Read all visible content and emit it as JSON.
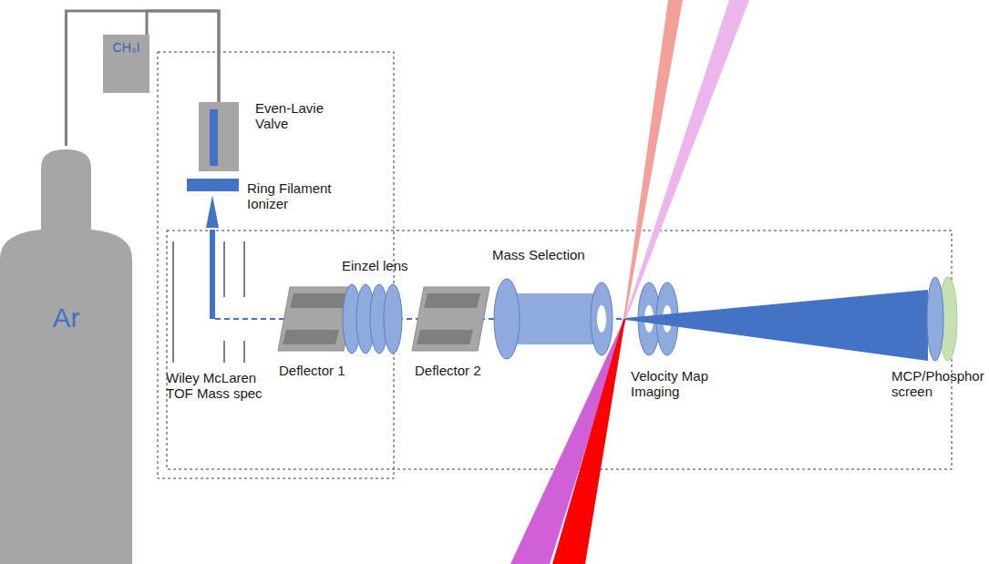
{
  "diagram": {
    "nodes": [
      {
        "text": [
          "Ar"
        ]
      },
      {
        "text": [
          "CH₃I"
        ]
      },
      {
        "text": [
          "Even-Lavie Valve"
        ]
      }
    ],
    "edges": [
      {
        "from": 0,
        "to": 2,
        "arrow": "none"
      },
      {
        "from": 1,
        "to": 2,
        "arrow": "none"
      }
    ],
    "labels": [
      "Ring Filament Ionizer",
      "Wiley McLaren TOF Mass spec",
      "Deflector 1",
      "Einzel lens",
      "Deflector 2",
      "Mass Selection",
      "Velocity Map Imaging",
      "MCP/Phosphor screen"
    ]
  }
}
